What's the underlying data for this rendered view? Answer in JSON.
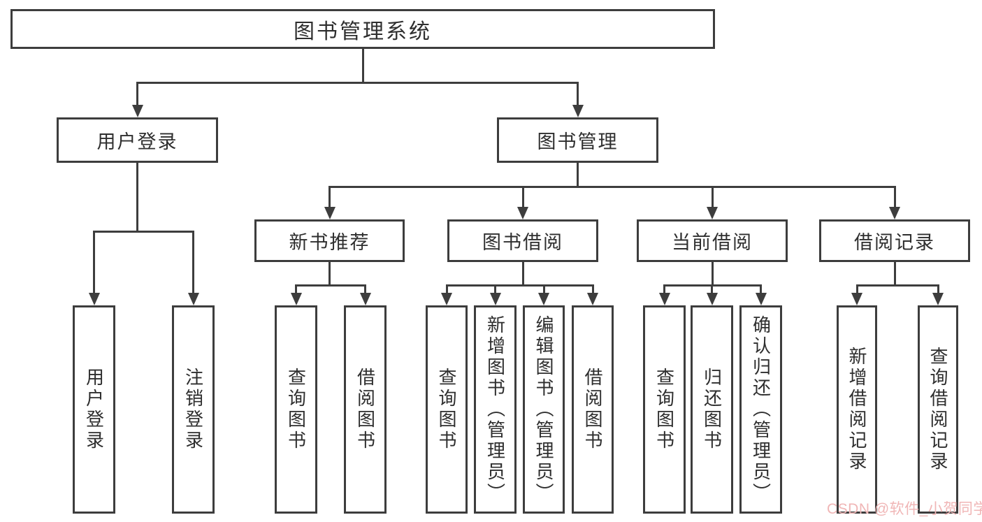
{
  "diagram": {
    "root": "图书管理系统",
    "level2": {
      "user_login": "用户登录",
      "book_mgmt": "图书管理"
    },
    "level3": {
      "new_books": "新书推荐",
      "borrowing": "图书借阅",
      "current": "当前借阅",
      "records": "借阅记录"
    },
    "leaves": {
      "user_login": [
        "用户登录",
        "注销登录"
      ],
      "new_books": [
        "查询图书",
        "借阅图书"
      ],
      "borrowing": [
        "查询图书",
        "新增图书（管理员）",
        "编辑图书（管理员）",
        "借阅图书"
      ],
      "current": [
        "查询图书",
        "归还图书",
        "确认归还（管理员）"
      ],
      "records": [
        "新增借阅记录",
        "查询借阅记录"
      ]
    }
  },
  "watermark": {
    "text": "CSDN @软件_小贺同学",
    "color": "#f0b6b6"
  },
  "colors": {
    "line": "#3d3d3d",
    "text": "#2e2e2e",
    "background": "#ffffff"
  }
}
